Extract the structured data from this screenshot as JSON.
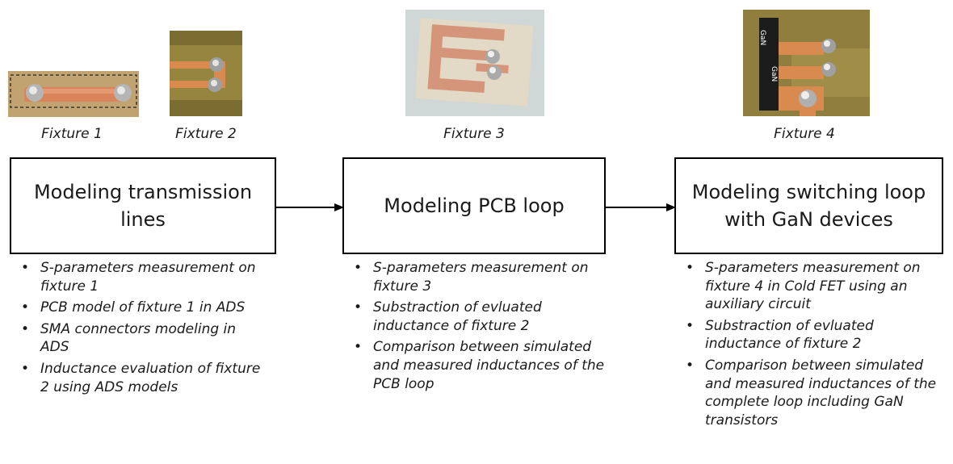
{
  "fixtures": [
    {
      "caption": "Fixture 1"
    },
    {
      "caption": "Fixture 2"
    },
    {
      "caption": "Fixture 3"
    },
    {
      "caption": "Fixture 4"
    }
  ],
  "stages": [
    {
      "title": "Modeling transmission lines",
      "bullets": [
        "S-parameters measurement on fixture 1",
        "PCB model of fixture 1 in ADS",
        "SMA connectors modeling in ADS",
        "Inductance evaluation of fixture 2 using ADS models"
      ]
    },
    {
      "title": "Modeling PCB loop",
      "bullets": [
        "S-parameters measurement on fixture 3",
        "Substraction of evluated inductance of fixture 2",
        "Comparison between simulated and measured inductances of the PCB loop"
      ]
    },
    {
      "title": "Modeling switching loop with GaN devices",
      "bullets": [
        "S-parameters measurement on fixture 4 in Cold FET using an auxiliary circuit",
        "Substraction of evluated inductance of fixture 2",
        "Comparison between simulated and measured inductances of the complete loop including GaN transistors"
      ]
    }
  ],
  "chip_labels": [
    "GaN",
    "GaN"
  ]
}
